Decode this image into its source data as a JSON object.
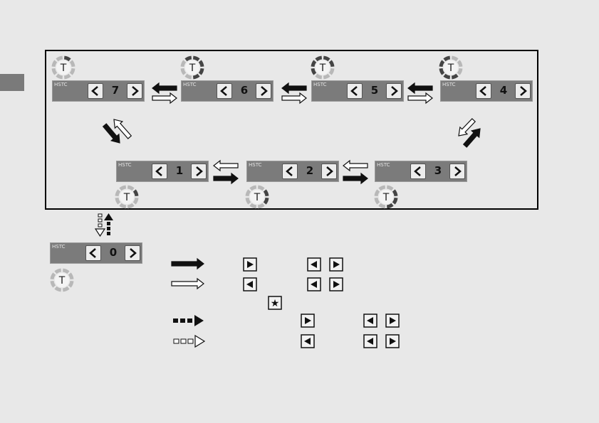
{
  "panel_label": "HSTC",
  "gauge_letter": "T",
  "gears": {
    "g7": "7",
    "g6": "6",
    "g5": "5",
    "g4": "4",
    "g1": "1",
    "g2": "2",
    "g3": "3",
    "g0": "0"
  },
  "icons": {
    "left": "left-chevron-icon",
    "right": "right-chevron-icon",
    "play_right": "triangle-right-icon",
    "play_left": "triangle-left-icon",
    "star": "star-icon"
  },
  "colors": {
    "background": "#e8e8e8",
    "panel": "#7b7b7b",
    "gauge_dark": "#444444",
    "gauge_light": "#b8b8b8",
    "arrow_dark": "#111111"
  }
}
